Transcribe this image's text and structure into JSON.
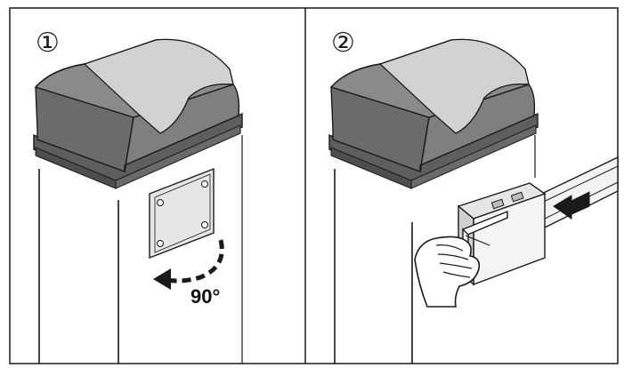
{
  "panels": [
    {
      "step": "①",
      "annotation": "90°"
    },
    {
      "step": "②"
    }
  ],
  "colors": {
    "frame": "#1a1a1a",
    "lid_dark": "#6b6b6b",
    "lid_mid": "#8a8a8a",
    "lid_light": "#d2d2d2",
    "plate": "#e6e6e6",
    "line": "#1a1a1a"
  },
  "icons": [
    "rotate-arrow-icon",
    "push-arrow-icon",
    "hand-icon",
    "hex-key-icon"
  ]
}
